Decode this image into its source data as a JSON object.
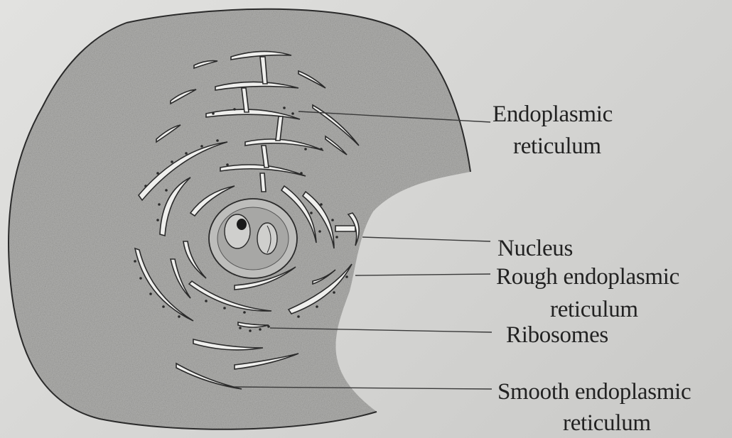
{
  "labels": {
    "er_line1": "Endoplasmic",
    "er_line2": "reticulum",
    "nucleus": "Nucleus",
    "rough_line1": "Rough endoplasmic",
    "rough_line2": "reticulum",
    "ribosomes": "Ribosomes",
    "smooth_line1": "Smooth endoplasmic",
    "smooth_line2": "reticulum"
  },
  "colors": {
    "cytoplasm": "#8a8a88",
    "outline": "#2a2a2a",
    "membrane": "#efefed",
    "text": "#222222"
  }
}
